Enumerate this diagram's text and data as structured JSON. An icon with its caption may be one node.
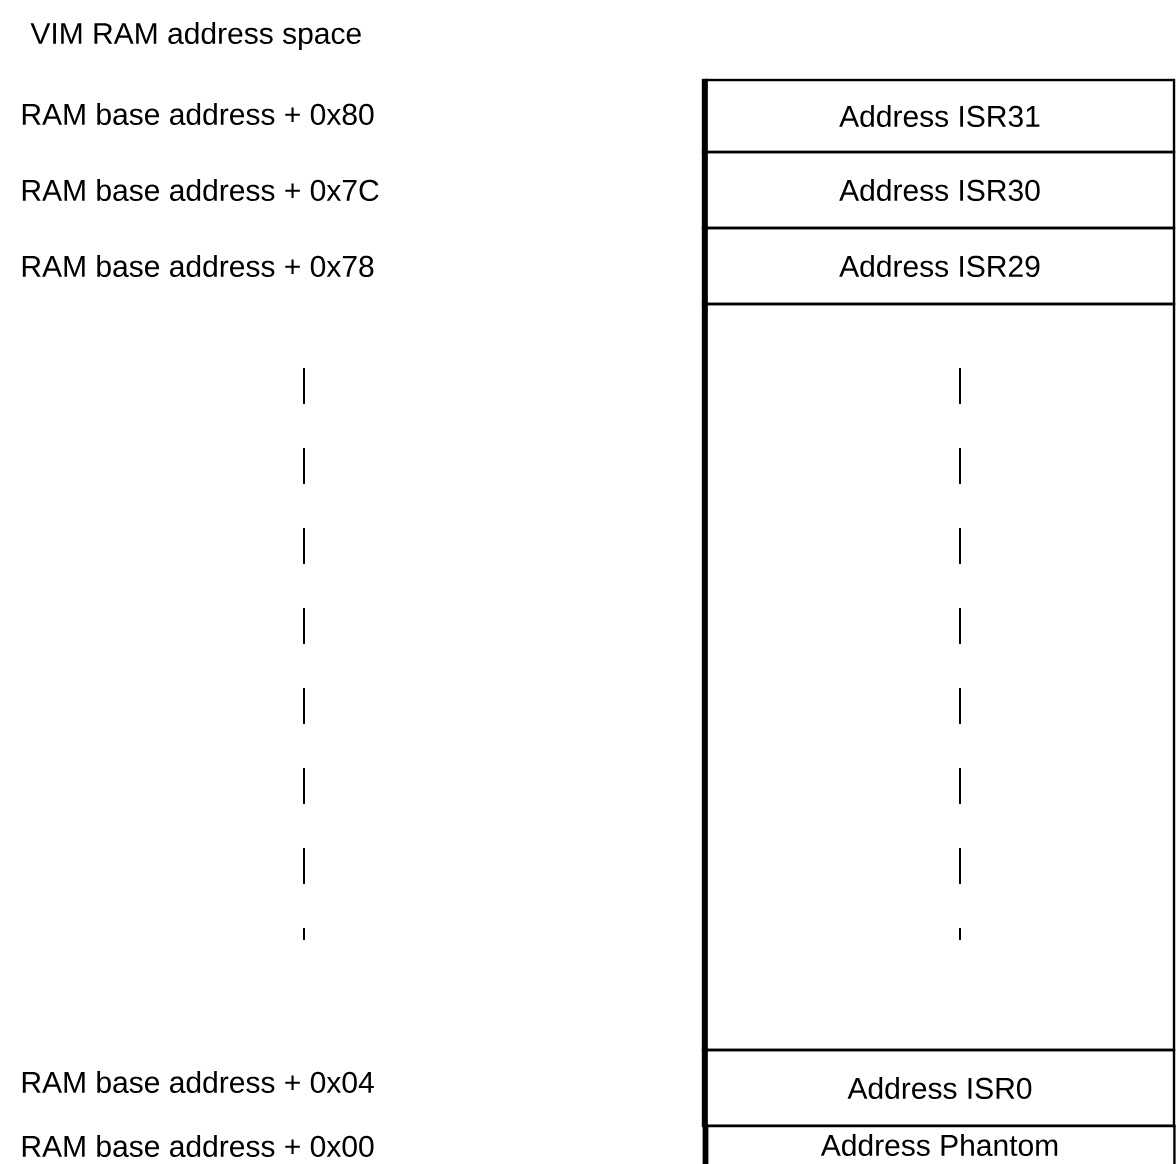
{
  "diagram": {
    "title": "VIM RAM address space",
    "nodes": [
      {
        "text": [
          "Address ISR31"
        ]
      },
      {
        "text": [
          "Address ISR30"
        ]
      },
      {
        "text": [
          "Address ISR29"
        ]
      },
      {
        "text": [],
        "shape": "box"
      },
      {
        "text": [
          "Address ISR0"
        ]
      },
      {
        "text": [
          "Address Phantom"
        ]
      }
    ],
    "labels": [
      "RAM base address + 0x80",
      "RAM base address + 0x7C",
      "RAM base address + 0x78",
      "RAM base address + 0x04",
      "RAM base address + 0x00"
    ]
  }
}
